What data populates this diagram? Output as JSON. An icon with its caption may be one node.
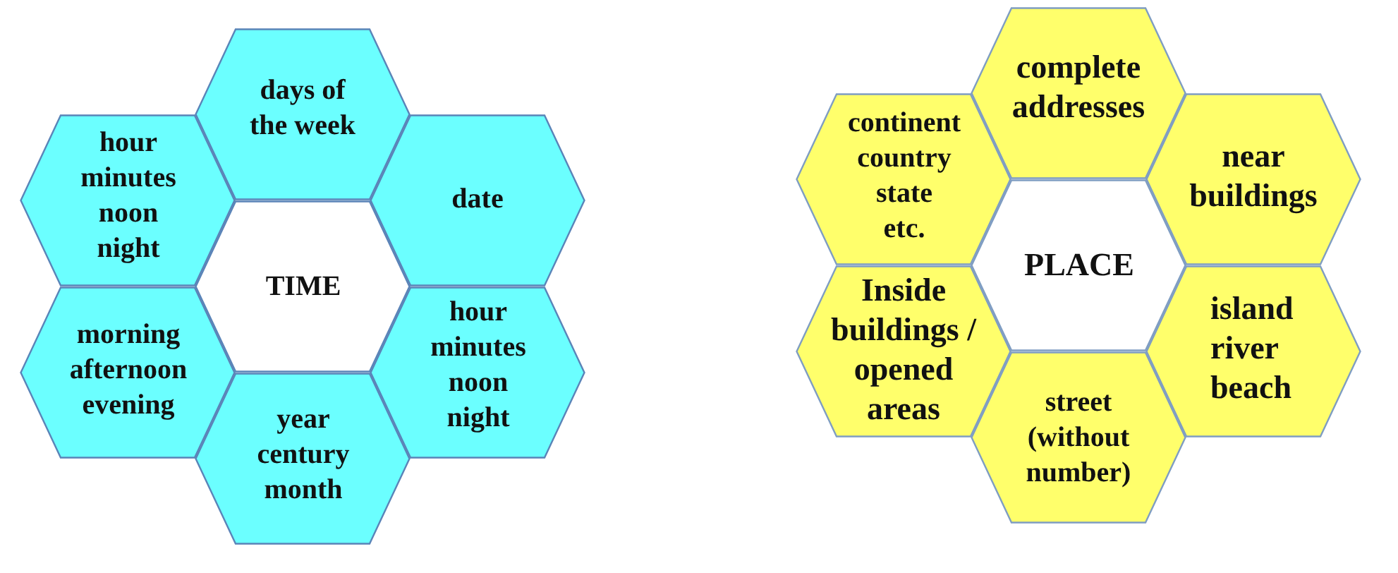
{
  "diagram": {
    "nodes": [
      {
        "text": [
          "days of the week"
        ]
      },
      {
        "text": [
          "hour minutes noon night"
        ]
      },
      {
        "text": [
          "date"
        ]
      },
      {
        "text": [
          "TIME"
        ]
      },
      {
        "text": [
          "morning afternoon evening"
        ]
      },
      {
        "text": [
          "hour minutes noon night"
        ]
      },
      {
        "text": [
          "year century month"
        ]
      },
      {
        "text": [
          "complete addresses"
        ]
      },
      {
        "text": [
          "continent country state etc."
        ]
      },
      {
        "text": [
          "near buildings"
        ]
      },
      {
        "text": [
          "PLACE"
        ]
      },
      {
        "text": [
          "Inside buildings / opened areas"
        ]
      },
      {
        "text": [
          "island river beach"
        ]
      },
      {
        "text": [
          "street (without number)"
        ]
      }
    ]
  }
}
